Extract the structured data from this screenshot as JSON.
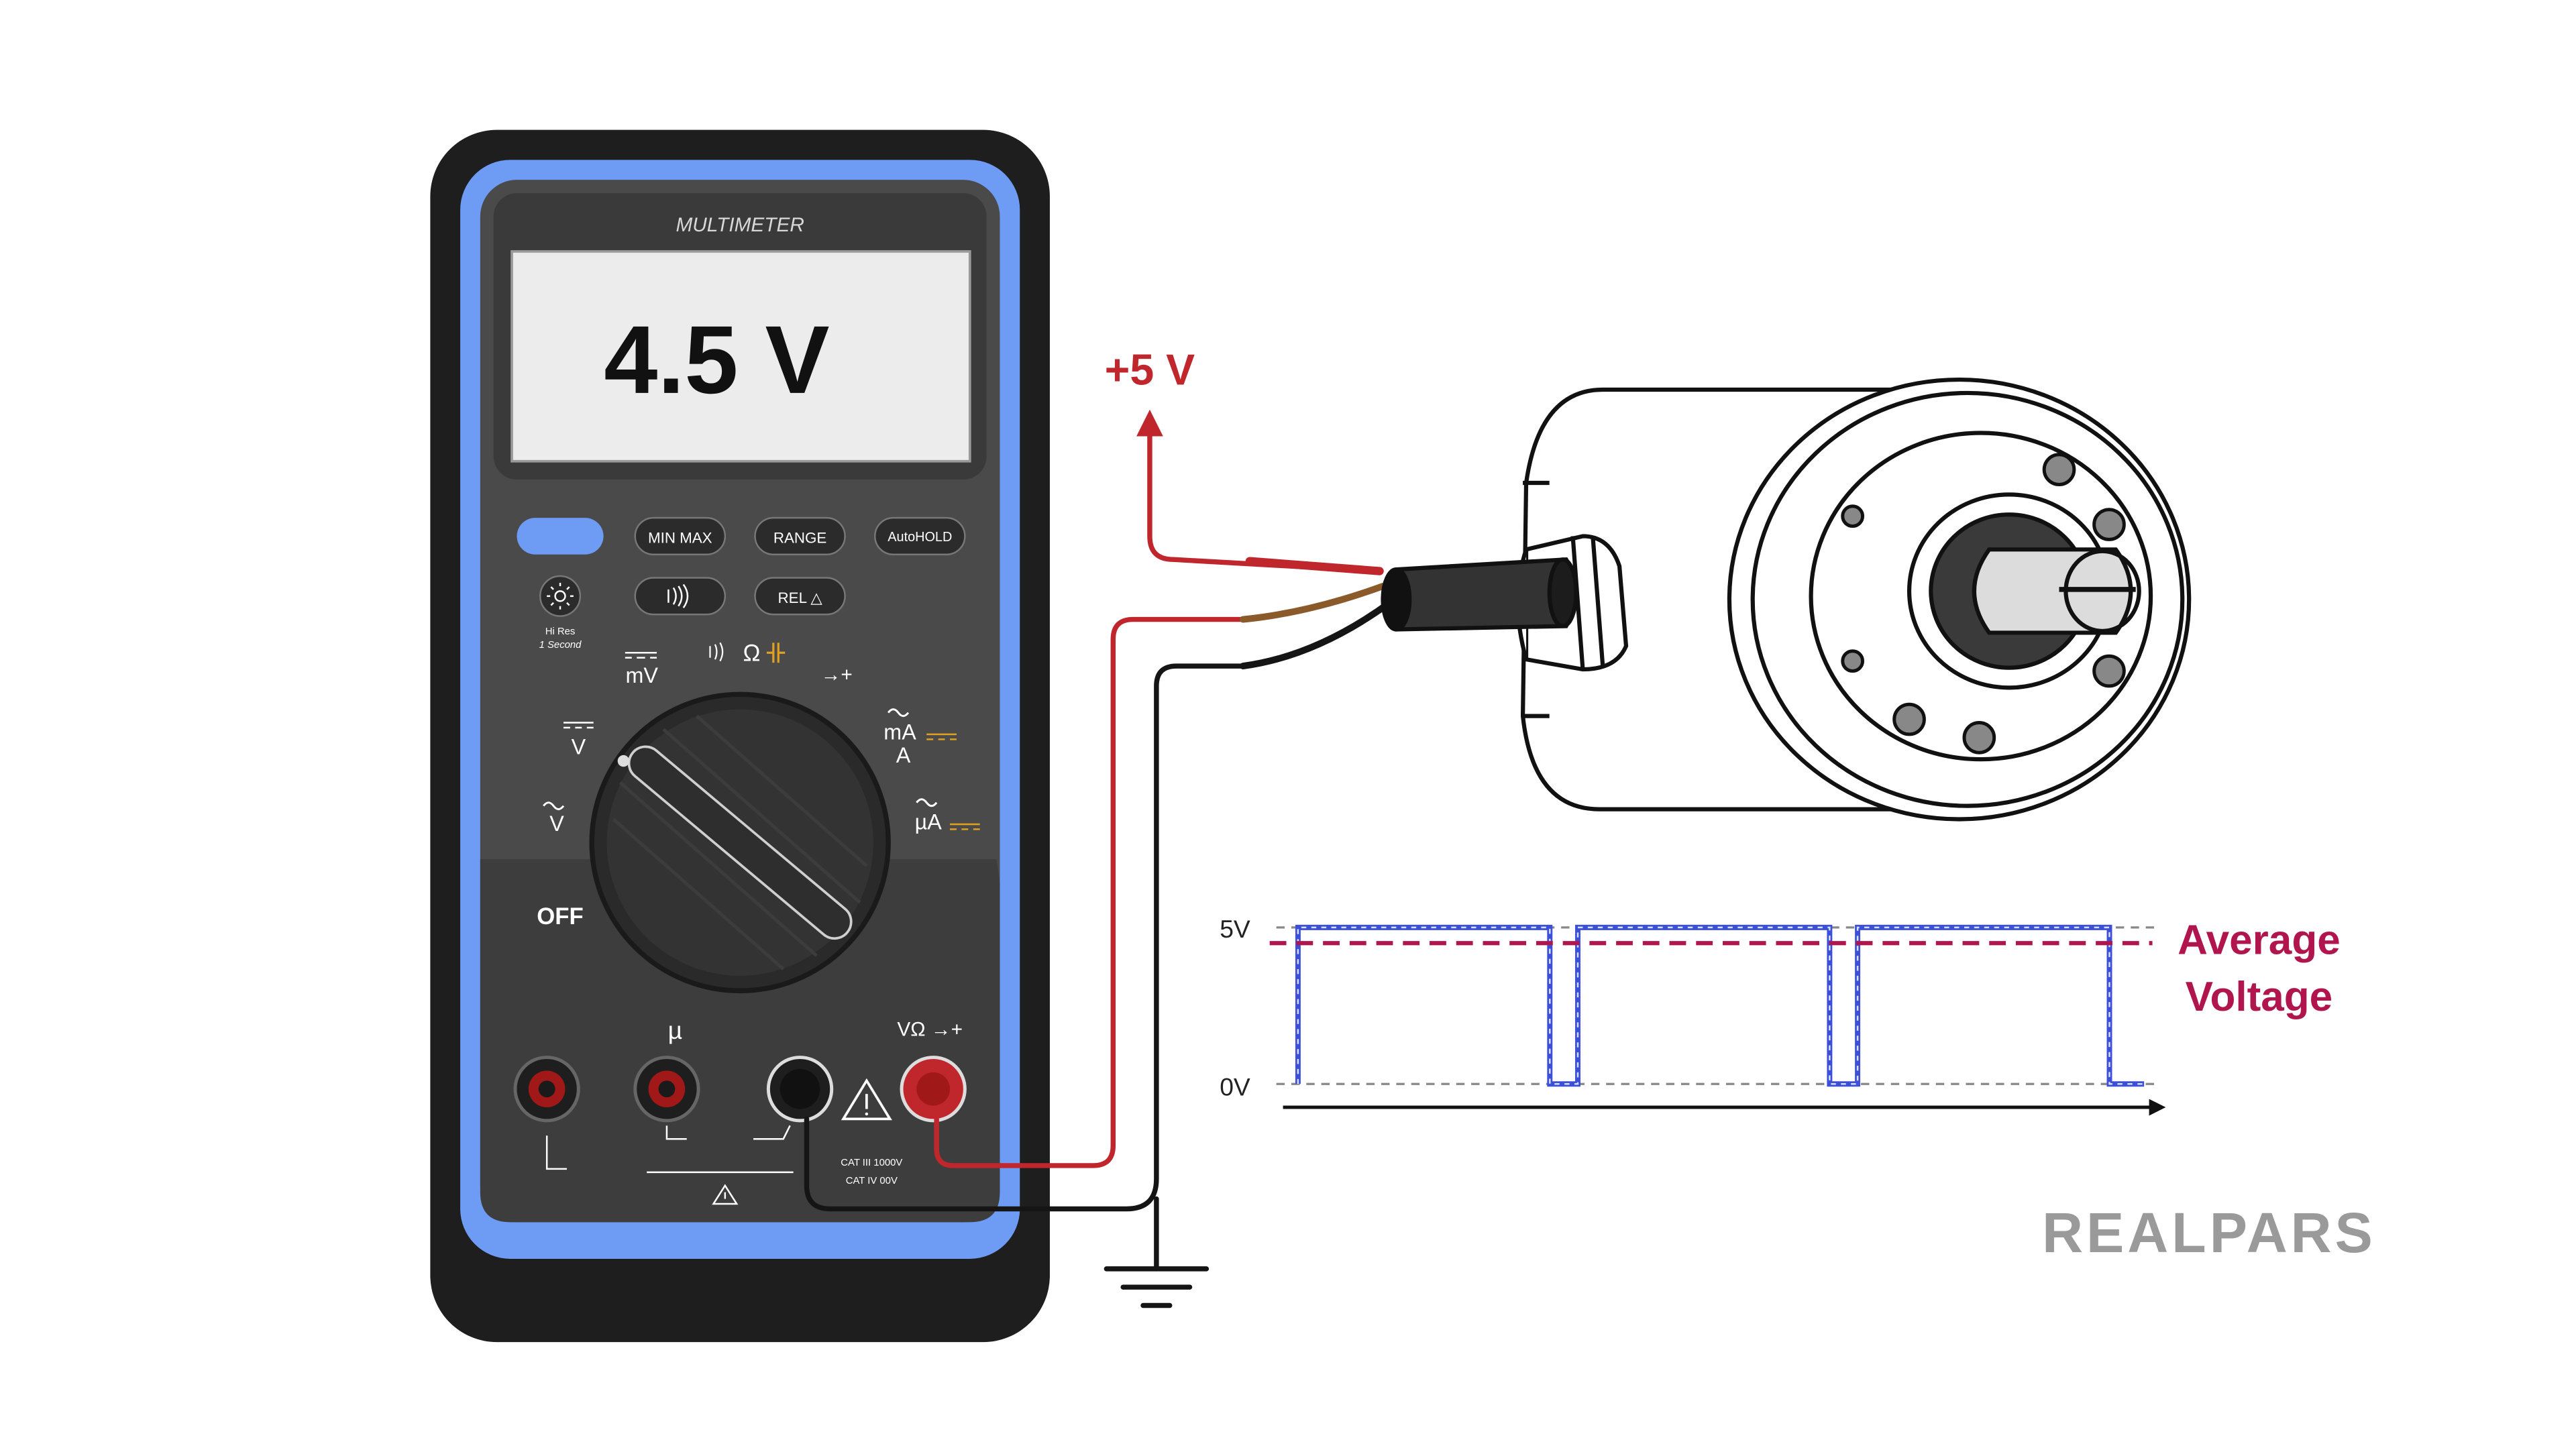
{
  "multimeter": {
    "brand_label": "MULTIMETER",
    "display_value": "4.5 V",
    "buttons": {
      "min_max": "MIN MAX",
      "range": "RANGE",
      "autohold": "AutoHOLD",
      "rel": "REL △",
      "hires_line1": "Hi Res",
      "hires_line2": "1 Second"
    },
    "dial_labels": {
      "mv": "mV",
      "ohm": "Ω",
      "diode": "→+",
      "v_dc": "V",
      "v_ac": "V",
      "ma": "mA",
      "a": "A",
      "ua": "µA",
      "off": "OFF"
    },
    "jack_labels": {
      "mu": "µ",
      "v_ohm": "VΩ →+",
      "cat3": "CAT III 1000V",
      "cat4": "CAT IV   00V"
    }
  },
  "circuit": {
    "supply_label": "+5 V"
  },
  "waveform": {
    "high_label": "5V",
    "low_label": "0V",
    "average_label_line1": "Average",
    "average_label_line2": "Voltage",
    "high_level_v": 5,
    "low_level_v": 0,
    "average_level_v": 4.5,
    "pulses": 3
  },
  "logo": {
    "text": "REALPARS"
  },
  "colors": {
    "meter_blue": "#6e9cf5",
    "wire_red": "#c0272d",
    "wire_brown": "#8b5a2b",
    "signal_blue": "#3b4fd8",
    "average_magenta": "#b0164d",
    "logo_gray": "#9a9a9a"
  }
}
